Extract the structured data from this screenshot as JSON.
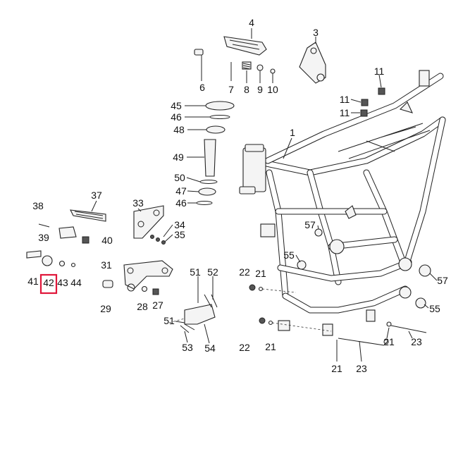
{
  "diagram": {
    "highlight_color": "#e0163a",
    "highlighted_callout": "42",
    "callouts": {
      "c1": "1",
      "c3": "3",
      "c4": "4",
      "c6": "6",
      "c7": "7",
      "c8": "8",
      "c9": "9",
      "c10": "10",
      "c11a": "11",
      "c11b": "11",
      "c11c": "11",
      "c21a": "21",
      "c21b": "21",
      "c21c": "21",
      "c21d": "21",
      "c22a": "22",
      "c22b": "22",
      "c23a": "23",
      "c23b": "23",
      "c27": "27",
      "c28": "28",
      "c29": "29",
      "c31": "31",
      "c33": "33",
      "c34": "34",
      "c35": "35",
      "c37": "37",
      "c38": "38",
      "c39": "39",
      "c40": "40",
      "c41": "41",
      "c42": "42",
      "c43": "43",
      "c44": "44",
      "c45": "45",
      "c46a": "46",
      "c46b": "46",
      "c47": "47",
      "c48": "48",
      "c49": "49",
      "c50": "50",
      "c51a": "51",
      "c51b": "51",
      "c52": "52",
      "c53": "53",
      "c54": "54",
      "c55a": "55",
      "c55b": "55",
      "c57a": "57",
      "c57b": "57"
    }
  }
}
